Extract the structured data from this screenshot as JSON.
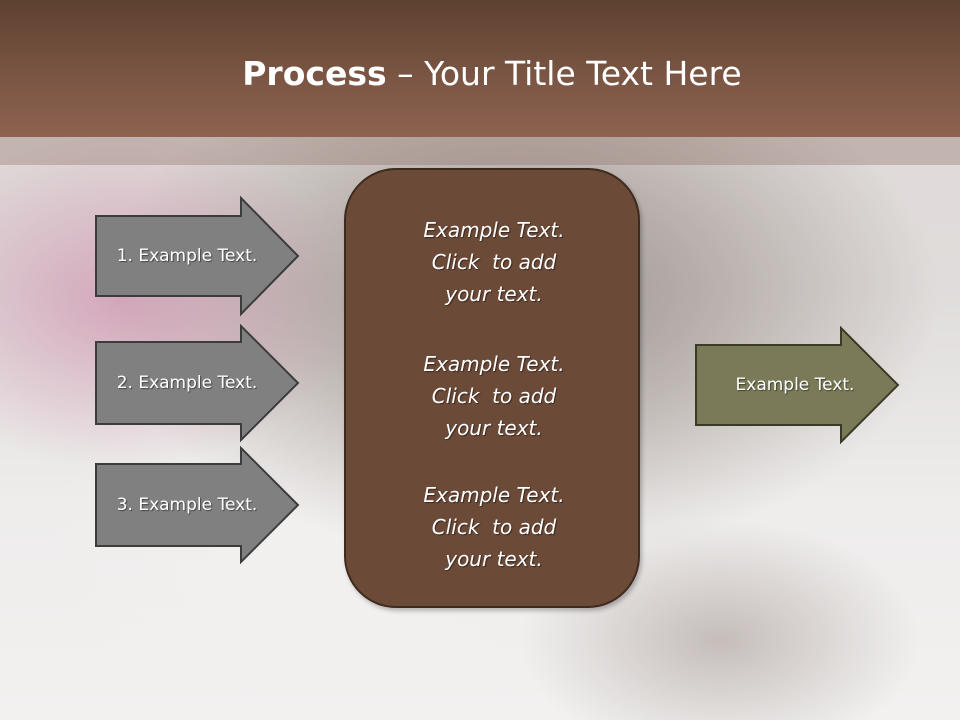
{
  "slide": {
    "title_bold": "Process",
    "title_rest": " – Your Title Text Here"
  },
  "left_steps": [
    {
      "label": "1. Example Text."
    },
    {
      "label": "2. Example Text."
    },
    {
      "label": "3. Example Text."
    }
  ],
  "center_box": {
    "paragraphs": [
      "Example Text.\nClick  to add\nyour text.",
      "Example Text.\nClick  to add\nyour text.",
      "Example Text.\nClick  to add\nyour text."
    ]
  },
  "result": {
    "label": "Example Text."
  },
  "colors": {
    "header": "#7a5543",
    "step_arrow_fill": "#808080",
    "center_box_fill": "#6c4a38",
    "result_arrow_fill": "#7a7a58"
  }
}
